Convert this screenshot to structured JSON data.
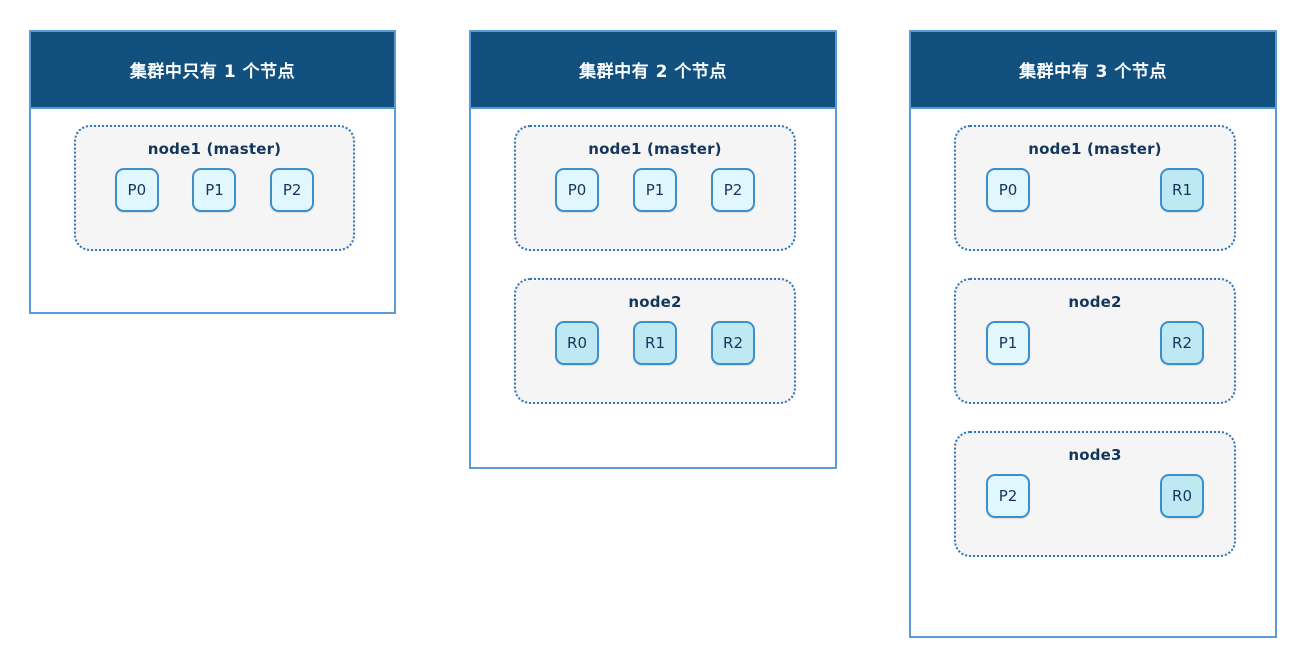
{
  "panels": [
    {
      "title": "集群中只有 1 个节点",
      "layout": "even",
      "nodes": [
        {
          "name": "node1 (master)",
          "shards": [
            {
              "label": "P0",
              "kind": "primary"
            },
            {
              "label": "P1",
              "kind": "primary"
            },
            {
              "label": "P2",
              "kind": "primary"
            }
          ]
        }
      ]
    },
    {
      "title": "集群中有 2 个节点",
      "layout": "even",
      "nodes": [
        {
          "name": "node1 (master)",
          "shards": [
            {
              "label": "P0",
              "kind": "primary"
            },
            {
              "label": "P1",
              "kind": "primary"
            },
            {
              "label": "P2",
              "kind": "primary"
            }
          ]
        },
        {
          "name": "node2",
          "shards": [
            {
              "label": "R0",
              "kind": "replica"
            },
            {
              "label": "R1",
              "kind": "replica"
            },
            {
              "label": "R2",
              "kind": "replica"
            }
          ]
        }
      ]
    },
    {
      "title": "集群中有 3 个节点",
      "layout": "spread",
      "nodes": [
        {
          "name": "node1 (master)",
          "shards": [
            {
              "label": "P0",
              "kind": "primary"
            },
            {
              "label": "R1",
              "kind": "replica"
            }
          ]
        },
        {
          "name": "node2",
          "shards": [
            {
              "label": "P1",
              "kind": "primary"
            },
            {
              "label": "R2",
              "kind": "replica"
            }
          ]
        },
        {
          "name": "node3",
          "shards": [
            {
              "label": "P2",
              "kind": "primary"
            },
            {
              "label": "R0",
              "kind": "replica"
            }
          ]
        }
      ]
    }
  ],
  "colors": {
    "panel_border": "#5b9bd5",
    "header_bg": "#12517f",
    "header_text": "#ffffff",
    "node_bg": "#f5f5f5",
    "node_border": "#2e75b6",
    "primary_shard_bg": "#e2f6fd",
    "replica_shard_bg": "#bfe9f2",
    "shard_border": "#3d8fca",
    "label_text": "#14365c"
  }
}
